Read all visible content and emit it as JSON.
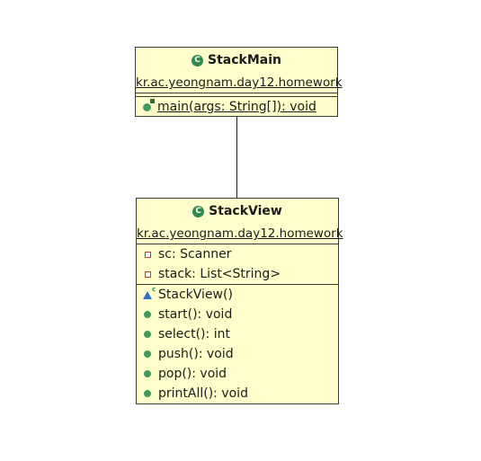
{
  "stack_main": {
    "name": "StackMain",
    "package": "kr.ac.yeongnam.day12.homework",
    "methods": [
      {
        "label": "main(args: String[]): void",
        "icon": "static-method-icon"
      }
    ]
  },
  "stack_view": {
    "name": "StackView",
    "package": "kr.ac.yeongnam.day12.homework",
    "fields": [
      {
        "label": "sc: Scanner",
        "icon": "private-field-icon"
      },
      {
        "label": "stack: List<String>",
        "icon": "private-field-icon"
      }
    ],
    "methods": [
      {
        "label": "StackView()",
        "icon": "constructor-icon"
      },
      {
        "label": "start(): void",
        "icon": "public-method-icon"
      },
      {
        "label": "select(): int",
        "icon": "public-method-icon"
      },
      {
        "label": "push(): void",
        "icon": "public-method-icon"
      },
      {
        "label": "pop(): void",
        "icon": "public-method-icon"
      },
      {
        "label": "printAll(): void",
        "icon": "public-method-icon"
      }
    ]
  },
  "colors": {
    "class_fill": "#ffffcc",
    "class_border": "#3a3a3a",
    "public_icon": "#3f9a5c",
    "private_icon": "#c0392b",
    "constructor_icon": "#2d6fc4"
  }
}
